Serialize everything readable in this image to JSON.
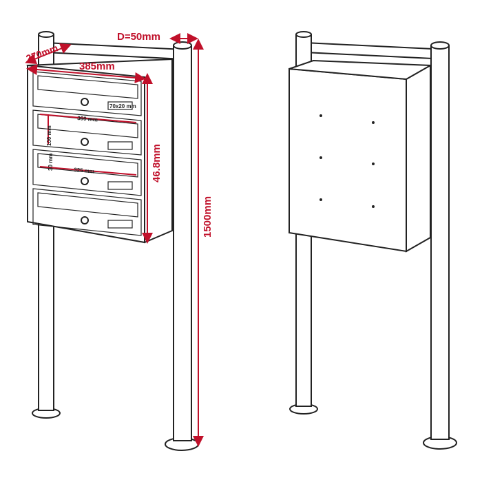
{
  "dimensions": {
    "depth_post": "D=50mm",
    "depth_box": "270mm",
    "width_box": "385mm",
    "height_box": "46.8mm",
    "height_total": "1500mm",
    "slot_width": "360 mm",
    "slot_height_outer": "100 mm",
    "slot_height_inner": "30 mm",
    "slot_width_inner": "325 mm",
    "nameplate": "70x20 mm"
  },
  "colors": {
    "dimension": "#c0102a",
    "line": "#222222"
  }
}
